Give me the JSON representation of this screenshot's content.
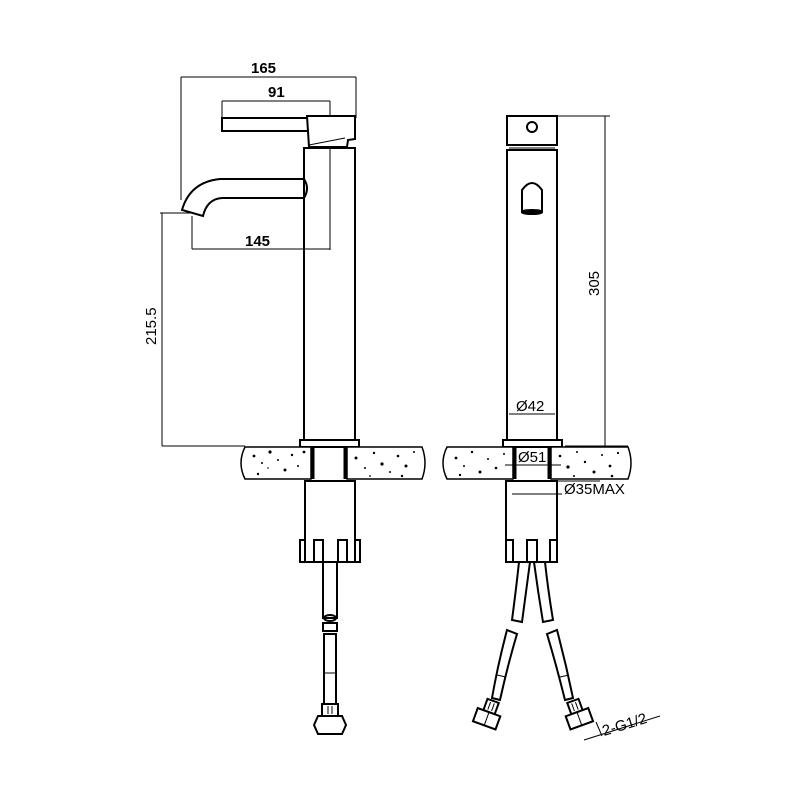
{
  "drawing": {
    "type": "technical-drawing",
    "subject": "tall single-lever basin mixer tap",
    "views": [
      "side-view",
      "front-view"
    ]
  },
  "dimensions": {
    "overall_reach": "165",
    "lever_length": "91",
    "spout_reach": "145",
    "spout_height": "215.5",
    "overall_height": "305",
    "body_diameter": "Ø42",
    "base_diameter": "Ø51",
    "hole_diameter": "Ø35MAX",
    "connection": "2-G1/2"
  },
  "colors": {
    "line": "#000000",
    "background": "#ffffff"
  }
}
